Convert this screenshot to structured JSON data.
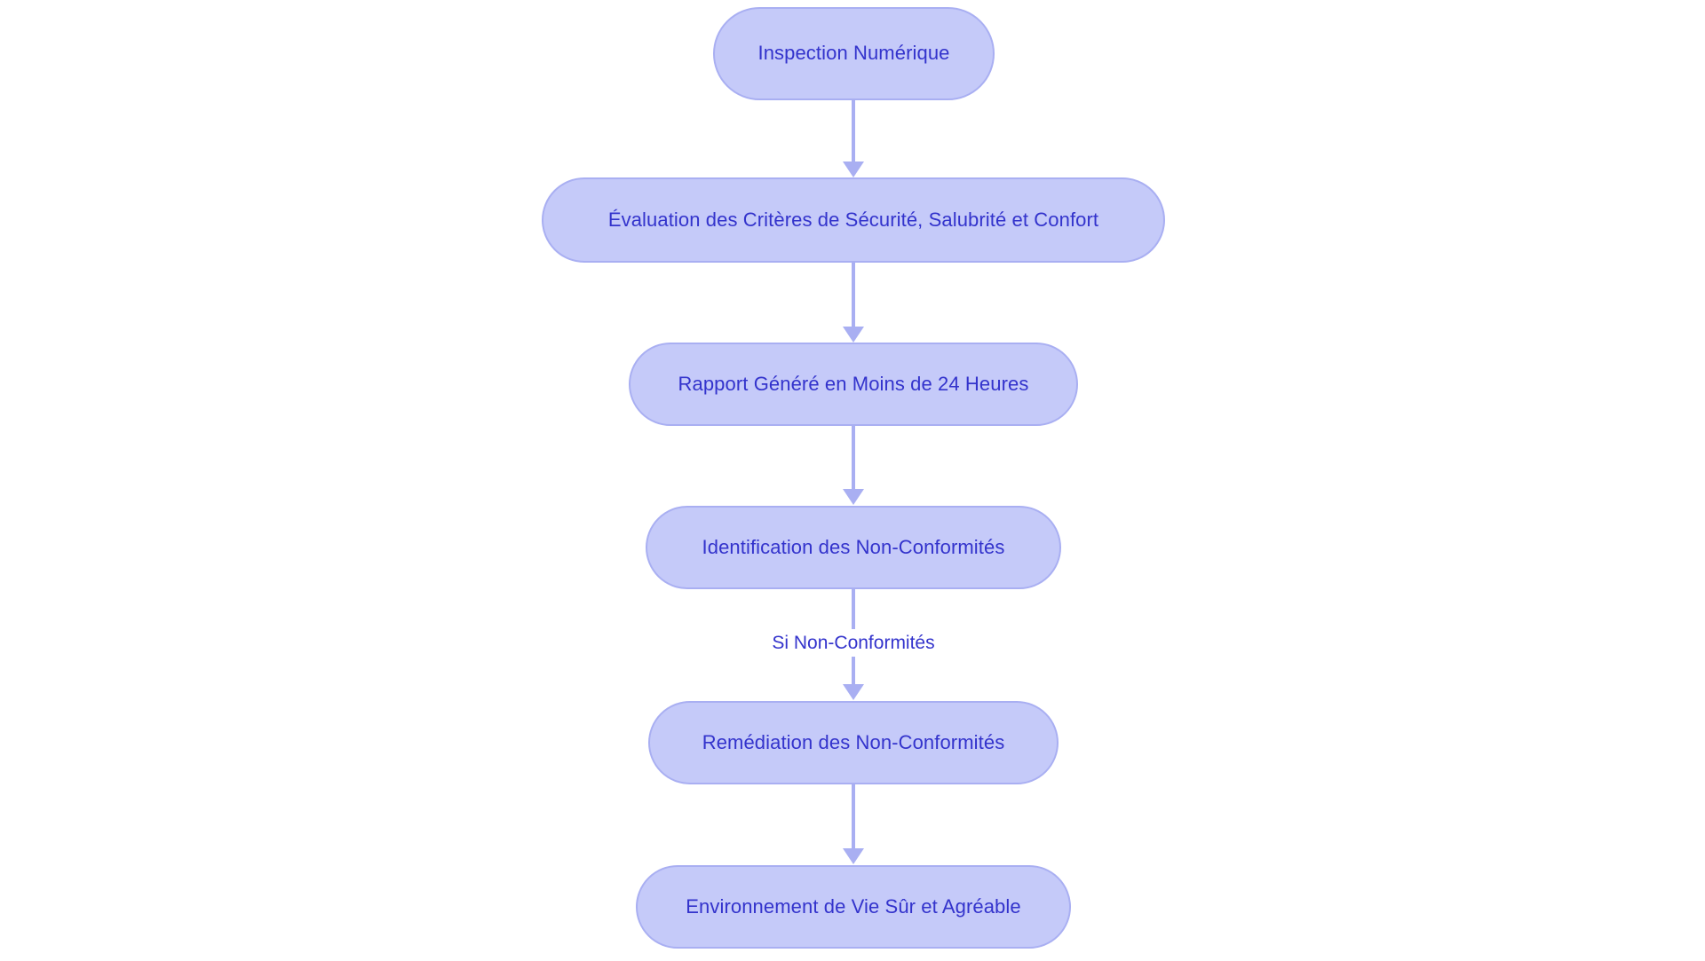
{
  "diagram": {
    "type": "flowchart",
    "orientation": "top-to-bottom",
    "background_color": "#ffffff",
    "node_fill_color": "#c5caf9",
    "node_border_color": "#a9aff2",
    "node_text_color": "#3333cc",
    "connector_color": "#a9aff2",
    "nodes": [
      {
        "id": "inspection-numerique",
        "label": "Inspection Numérique"
      },
      {
        "id": "evaluation-criteres",
        "label": "Évaluation des Critères de Sécurité, Salubrité et Confort"
      },
      {
        "id": "rapport-genere",
        "label": "Rapport Généré en Moins de 24 Heures"
      },
      {
        "id": "identification-non-conformites",
        "label": "Identification des Non-Conformités"
      },
      {
        "id": "remediation-non-conformites",
        "label": "Remédiation des Non-Conformités"
      },
      {
        "id": "environnement-de-vie",
        "label": "Environnement de Vie Sûr et Agréable"
      }
    ],
    "edges": [
      {
        "from": "inspection-numerique",
        "to": "evaluation-criteres",
        "label": ""
      },
      {
        "from": "evaluation-criteres",
        "to": "rapport-genere",
        "label": ""
      },
      {
        "from": "rapport-genere",
        "to": "identification-non-conformites",
        "label": ""
      },
      {
        "from": "identification-non-conformites",
        "to": "remediation-non-conformites",
        "label": "Si Non-Conformités"
      },
      {
        "from": "remediation-non-conformites",
        "to": "environnement-de-vie",
        "label": ""
      }
    ]
  }
}
